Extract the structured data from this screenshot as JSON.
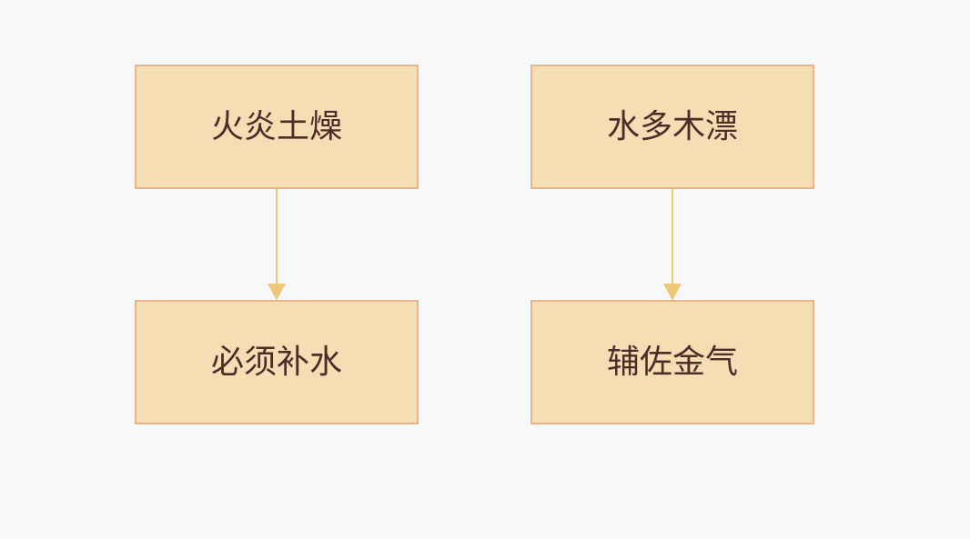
{
  "diagram": {
    "nodes": [
      {
        "id": "n1",
        "label": "火炎土燥"
      },
      {
        "id": "n2",
        "label": "必须补水"
      },
      {
        "id": "n3",
        "label": "水多木漂"
      },
      {
        "id": "n4",
        "label": "辅佐金气"
      }
    ],
    "edges": [
      {
        "from": "n1",
        "to": "n2"
      },
      {
        "from": "n3",
        "to": "n4"
      }
    ]
  }
}
